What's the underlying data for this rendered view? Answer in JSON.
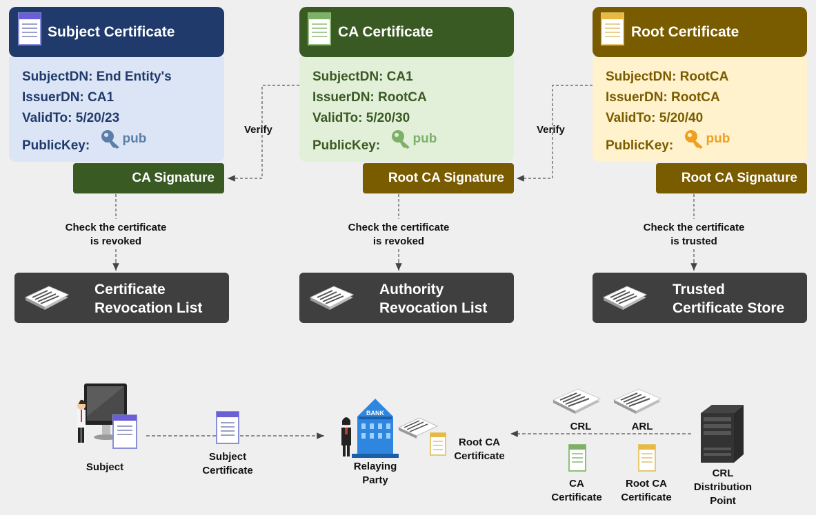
{
  "cards": {
    "subject": {
      "title": "Subject Certificate",
      "subject_dn": "SubjectDN: End Entity's",
      "issuer_dn": "IssuerDN: CA1",
      "valid_to": "ValidTo: 5/20/23",
      "public_key_label": "PublicKey:",
      "pub": "pub",
      "signature": "CA Signature",
      "colors": {
        "head": "#1f3a6b",
        "body": "#dbe5f5",
        "text": "#1f3a6b",
        "sig": "#3a5a24",
        "key": "#5b7fa8"
      }
    },
    "ca": {
      "title": "CA Certificate",
      "subject_dn": "SubjectDN: CA1",
      "issuer_dn": "IssuerDN: RootCA",
      "valid_to": "ValidTo: 5/20/30",
      "public_key_label": "PublicKey:",
      "pub": "pub",
      "signature": "Root CA Signature",
      "colors": {
        "head": "#3a5a24",
        "body": "#e2efd9",
        "text": "#3a5a24",
        "sig": "#7a5c00",
        "key": "#7fb06a"
      }
    },
    "root": {
      "title": "Root Certificate",
      "subject_dn": "SubjectDN: RootCA",
      "issuer_dn": "IssuerDN: RootCA",
      "valid_to": "ValidTo: 5/20/40",
      "public_key_label": "PublicKey:",
      "pub": "pub",
      "signature": "Root CA Signature",
      "colors": {
        "head": "#7a5c00",
        "body": "#fff2cc",
        "text": "#7a5c00",
        "sig": "#7a5c00",
        "key": "#f0a020"
      }
    }
  },
  "verify_labels": [
    "Verify",
    "Verify"
  ],
  "checks": [
    {
      "line1": "Check the certificate",
      "line2": "is revoked"
    },
    {
      "line1": "Check the certificate",
      "line2": "is revoked"
    },
    {
      "line1": "Check the certificate",
      "line2": "is trusted"
    }
  ],
  "stores": [
    {
      "line1": "Certificate",
      "line2": "Revocation List"
    },
    {
      "line1": "Authority",
      "line2": "Revocation List"
    },
    {
      "line1": "Trusted",
      "line2": "Certificate Store"
    }
  ],
  "bottom": {
    "subject": "Subject",
    "subject_certificate": {
      "line1": "Subject",
      "line2": "Certificate"
    },
    "relaying_party": {
      "line1": "Relaying",
      "line2": "Party"
    },
    "bank_sign": "BANK",
    "root_ca_certificate": {
      "line1": "Root CA",
      "line2": "Certificate"
    },
    "crl": "CRL",
    "arl": "ARL",
    "ca_certificate": {
      "line1": "CA",
      "line2": "Certificate"
    },
    "root_ca_cert_small": {
      "line1": "Root CA",
      "line2": "Certificate"
    },
    "crl_distribution_point": {
      "line1": "CRL",
      "line2": "Distribution",
      "line3": "Point"
    }
  }
}
